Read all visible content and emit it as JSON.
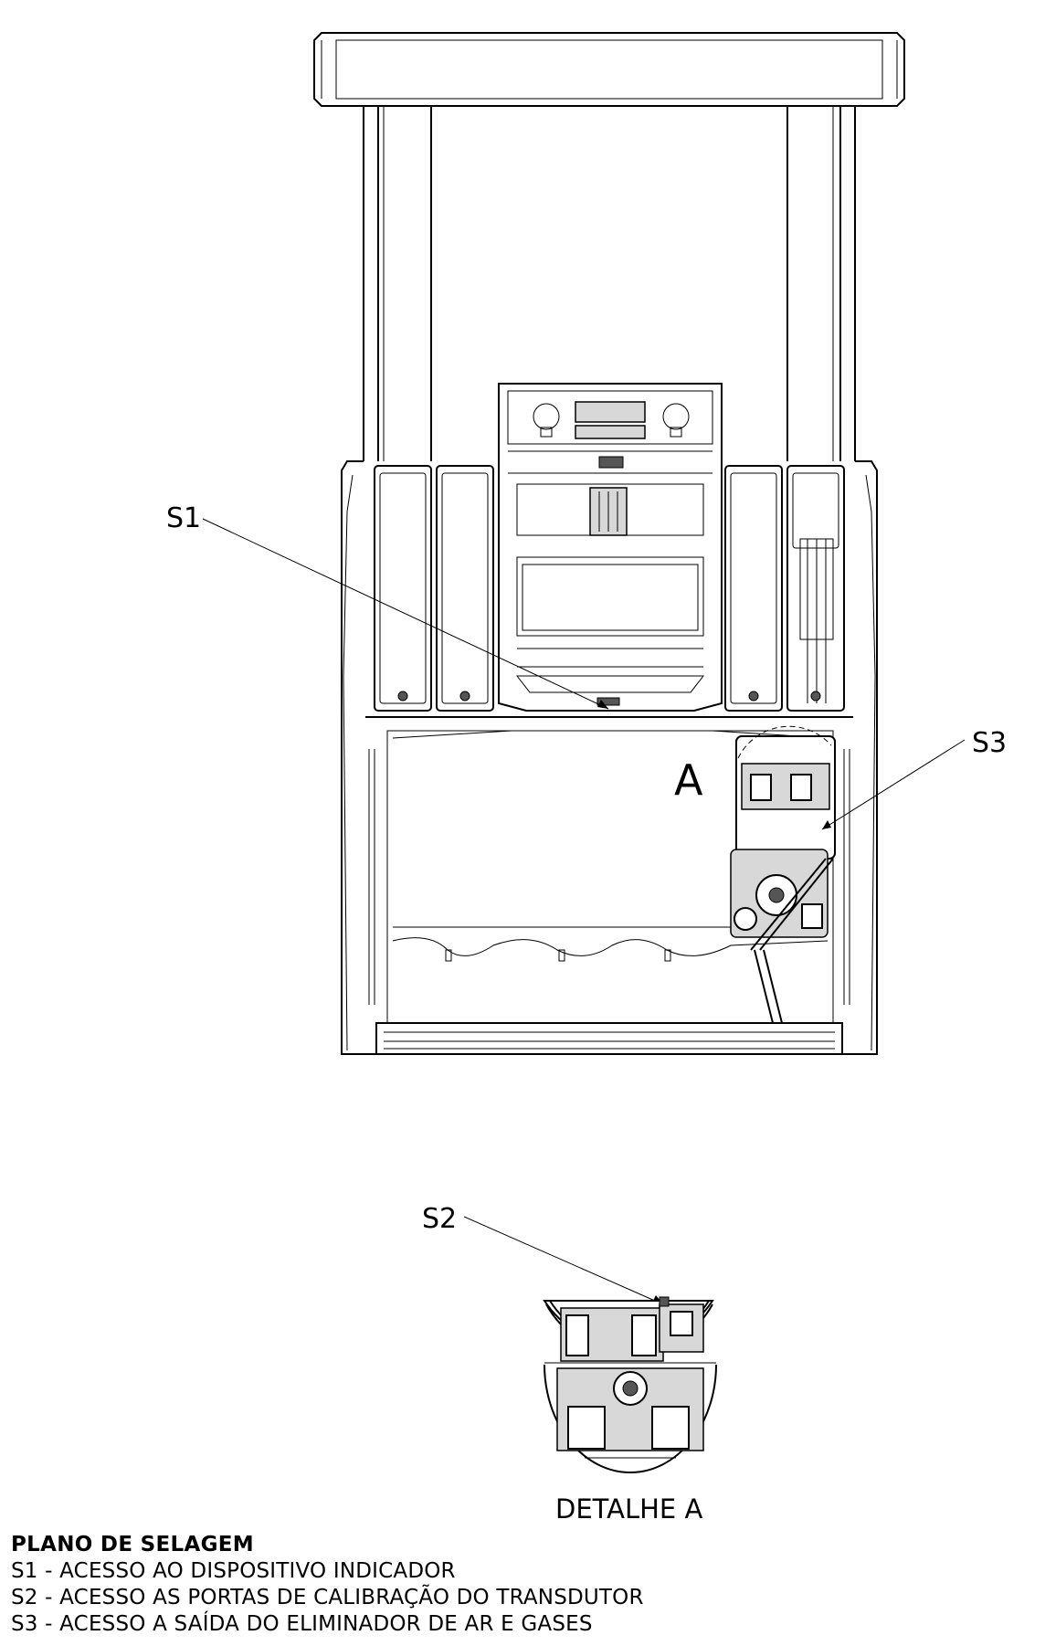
{
  "callouts": {
    "s1": "S1",
    "s2": "S2",
    "s3": "S3"
  },
  "view_marker": "A",
  "detail_caption": "DETALHE A",
  "legend": {
    "title": "PLANO DE SELAGEM",
    "items": [
      "S1 - ACESSO AO DISPOSITIVO INDICADOR",
      "S2 - ACESSO AS PORTAS DE CALIBRAÇÃO DO TRANSDUTOR",
      "S3 - ACESSO A SAÍDA DO ELIMINADOR DE AR E GASES"
    ]
  }
}
